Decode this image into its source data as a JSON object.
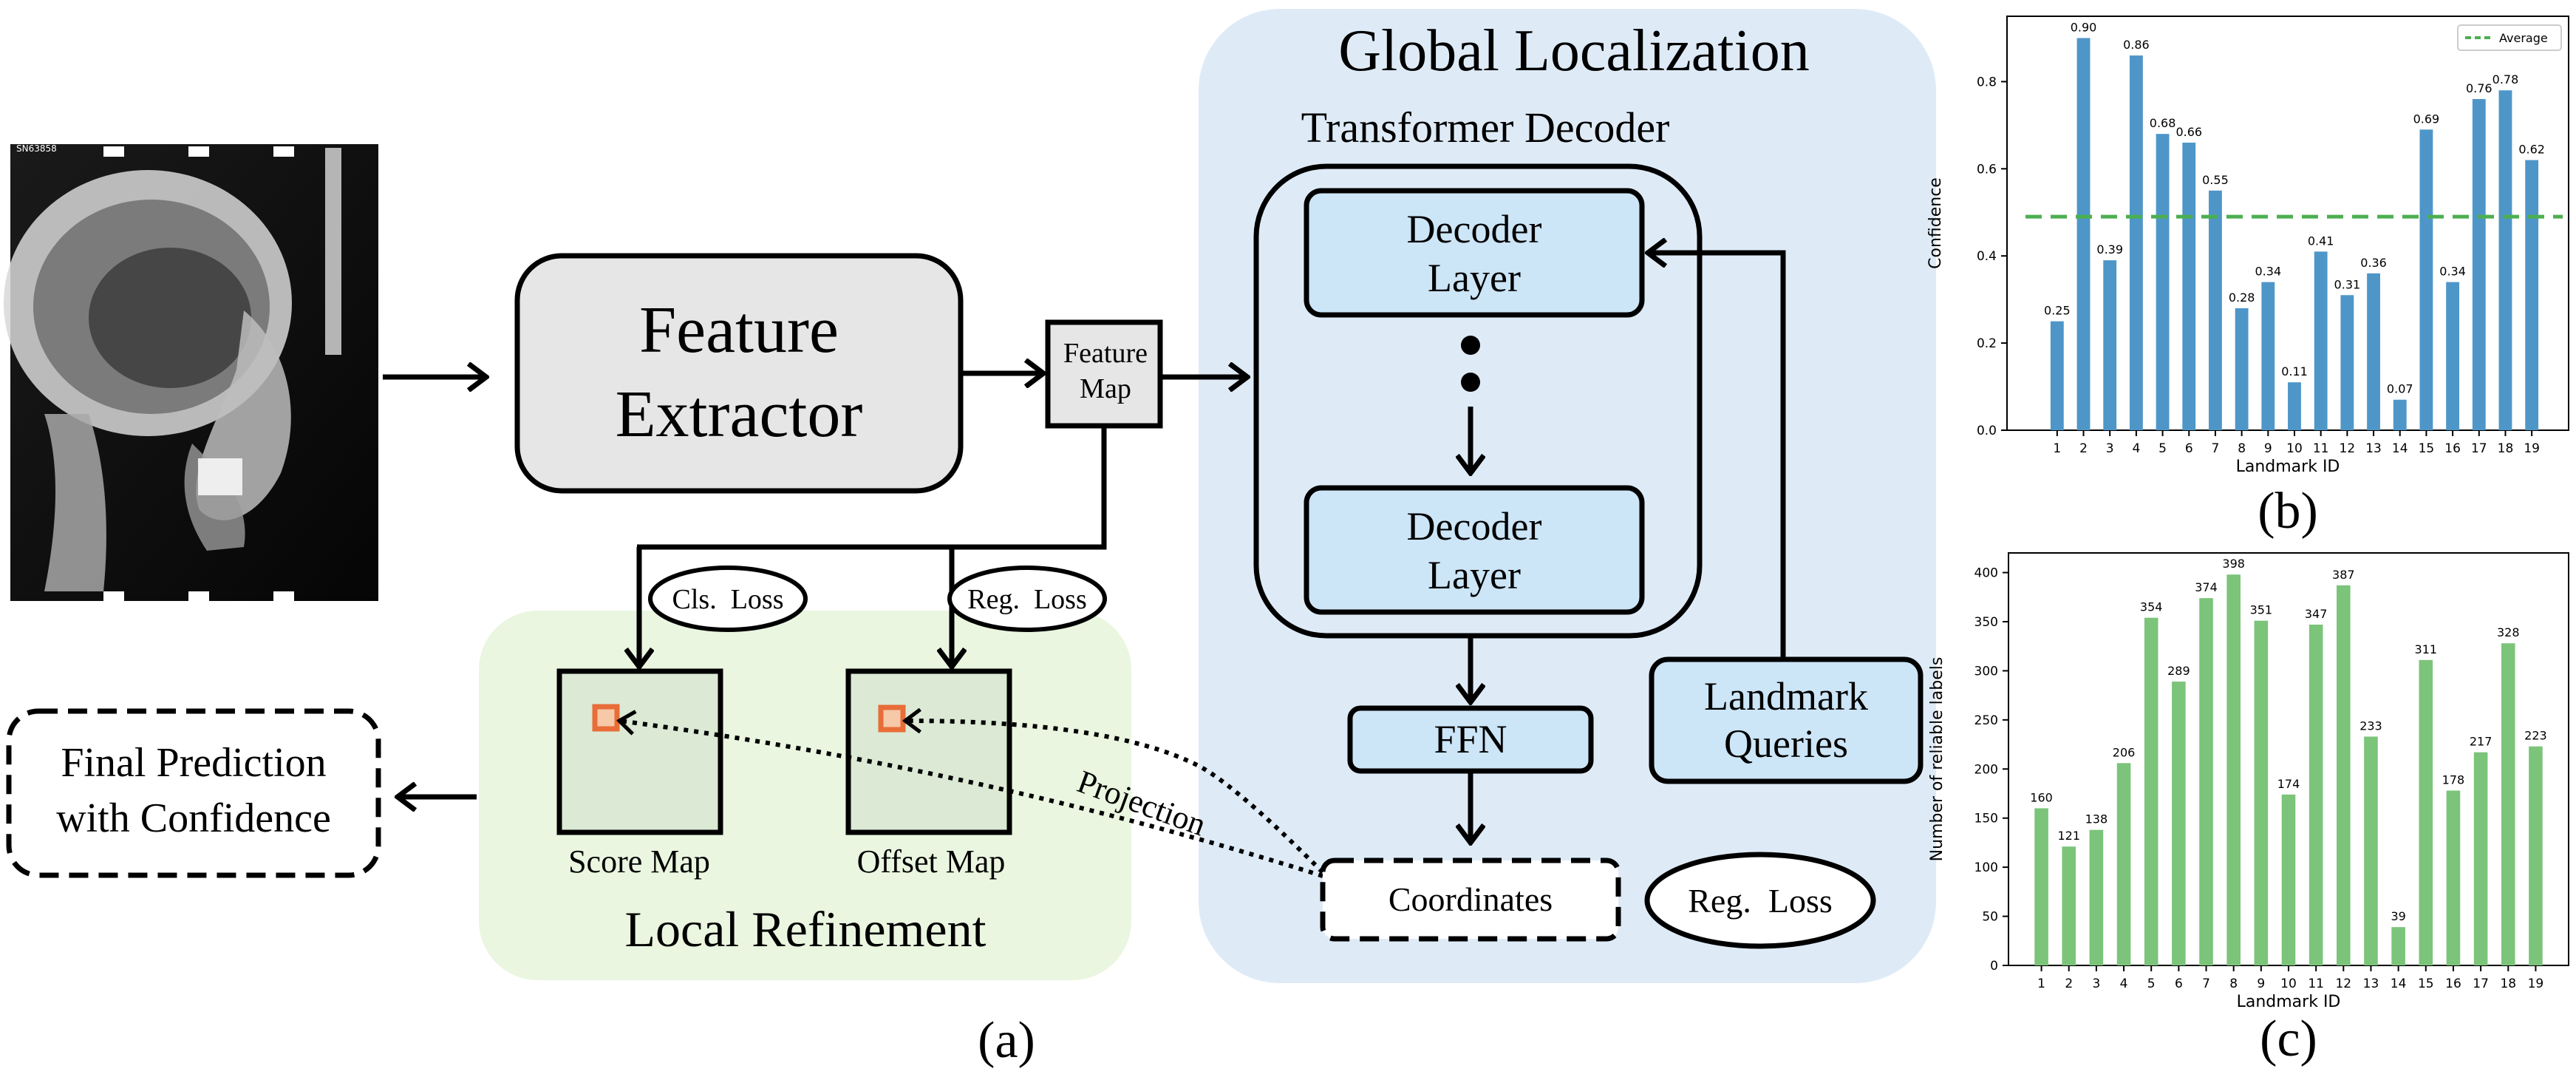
{
  "diagram": {
    "xray": {
      "label": "SN63858"
    },
    "feature_extractor": {
      "line1": "Feature",
      "line2": "Extractor"
    },
    "feature_map": {
      "line1": "Feature",
      "line2": "Map"
    },
    "global": {
      "title": "Global Localization",
      "transformer_title": "Transformer Decoder",
      "decoder_layer_top": {
        "line1": "Decoder",
        "line2": "Layer"
      },
      "decoder_layer_bottom": {
        "line1": "Decoder",
        "line2": "Layer"
      },
      "ffn": "FFN",
      "landmark_queries": {
        "line1": "Landmark",
        "line2": "Queries"
      },
      "coordinates": "Coordinates",
      "reg_loss": "Reg.  Loss"
    },
    "local": {
      "title": "Local Refinement",
      "cls_loss": "Cls.  Loss",
      "reg_loss": "Reg.  Loss",
      "score_map": "Score Map",
      "offset_map": "Offset Map",
      "projection": "Projection"
    },
    "final": {
      "line1": "Final Prediction",
      "line2": "with Confidence"
    },
    "caption_a": "(a)"
  },
  "colors": {
    "global_bg": "#deebf7",
    "local_bg": "#eaf6e0",
    "decoder_fill": "#cce5f7",
    "extractor_fill": "#e6e6e6",
    "map_fill": "#dbe9d5",
    "highlight": "#e86d38",
    "bar_blue": "#4e96c8",
    "bar_green": "#7bc47a",
    "average_line": "#4caf50"
  },
  "chart_data": [
    {
      "type": "bar",
      "caption": "(b)",
      "categories": [
        "1",
        "2",
        "3",
        "4",
        "5",
        "6",
        "7",
        "8",
        "9",
        "10",
        "11",
        "12",
        "13",
        "14",
        "15",
        "16",
        "17",
        "18",
        "19"
      ],
      "values": [
        0.25,
        0.9,
        0.39,
        0.86,
        0.68,
        0.66,
        0.55,
        0.28,
        0.34,
        0.11,
        0.41,
        0.31,
        0.36,
        0.07,
        0.69,
        0.34,
        0.76,
        0.78,
        0.62
      ],
      "labels": [
        "0.25",
        "0.90",
        "0.39",
        "0.86",
        "0.68",
        "0.66",
        "0.55",
        "0.28",
        "0.34",
        "0.11",
        "0.41",
        "0.31",
        "0.36",
        "0.07",
        "0.69",
        "0.34",
        "0.76",
        "0.78",
        "0.62"
      ],
      "average": 0.49,
      "legend": "Average",
      "legend_position": "top-right",
      "xlabel": "Landmark ID",
      "ylabel": "Confidence",
      "ylim": [
        0,
        0.95
      ],
      "yticks": [
        "0.0",
        "0.2",
        "0.4",
        "0.6",
        "0.8"
      ],
      "ytick_values": [
        0,
        0.2,
        0.4,
        0.6,
        0.8
      ],
      "grid": false
    },
    {
      "type": "bar",
      "caption": "(c)",
      "categories": [
        "1",
        "2",
        "3",
        "4",
        "5",
        "6",
        "7",
        "8",
        "9",
        "10",
        "11",
        "12",
        "13",
        "14",
        "15",
        "16",
        "17",
        "18",
        "19"
      ],
      "values": [
        160,
        121,
        138,
        206,
        354,
        289,
        374,
        398,
        351,
        174,
        347,
        387,
        233,
        39,
        311,
        178,
        217,
        328,
        223
      ],
      "labels": [
        "160",
        "121",
        "138",
        "206",
        "354",
        "289",
        "374",
        "398",
        "351",
        "174",
        "347",
        "387",
        "233",
        "39",
        "311",
        "178",
        "217",
        "328",
        "223"
      ],
      "xlabel": "Landmark ID",
      "ylabel": "Number of reliable labels",
      "ylim": [
        0,
        420
      ],
      "yticks": [
        "0",
        "50",
        "100",
        "150",
        "200",
        "250",
        "300",
        "350",
        "400"
      ],
      "ytick_values": [
        0,
        50,
        100,
        150,
        200,
        250,
        300,
        350,
        400
      ],
      "grid": false
    }
  ]
}
